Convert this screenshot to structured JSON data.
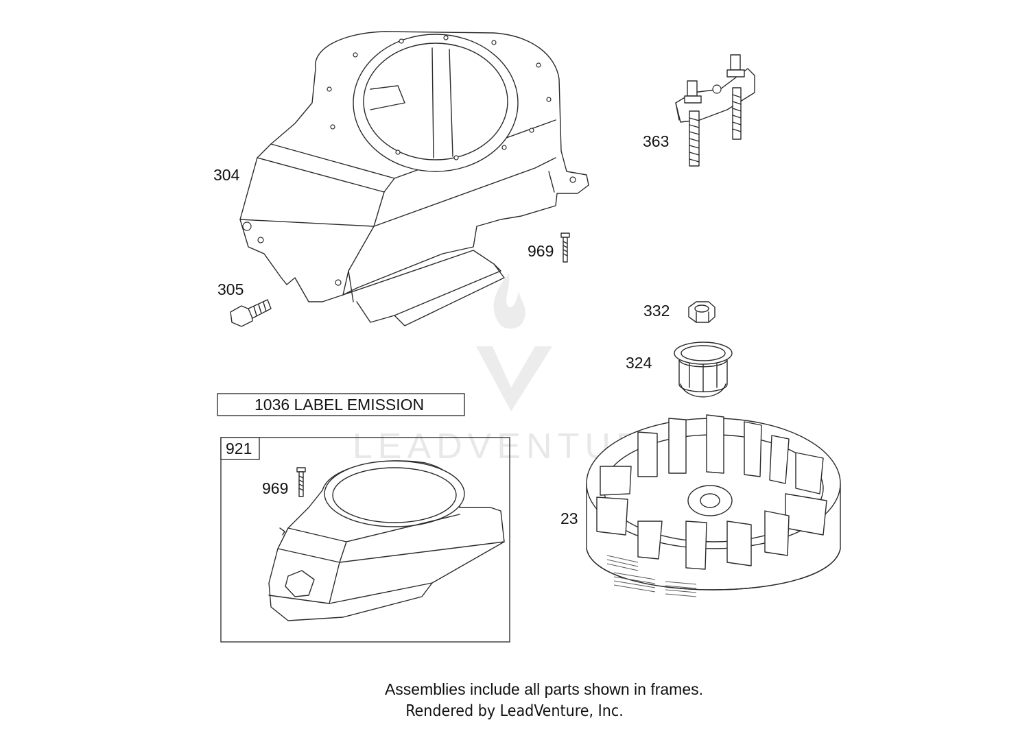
{
  "callouts": {
    "p304": "304",
    "p305": "305",
    "p969_top": "969",
    "p363": "363",
    "p332": "332",
    "p324": "324",
    "p23": "23",
    "p921": "921",
    "p969_frame": "969"
  },
  "label_box": "1036 LABEL EMISSION",
  "footer": {
    "line1": "Assemblies include all parts shown in frames.",
    "line2": "Rendered by LeadVenture, Inc."
  },
  "watermark": "LEADVENTURE",
  "colors": {
    "line": "#2a2a2a",
    "watermark": "#e8e8e8"
  }
}
